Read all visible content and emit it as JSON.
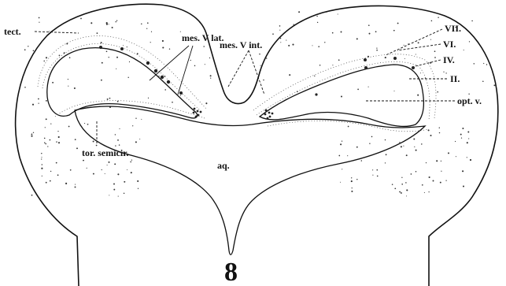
{
  "labels": {
    "tectum": "tect.",
    "mes_v_lat": "mes. V lat.",
    "mes_v_int": "mes. V int.",
    "layer_vii": "VII.",
    "layer_vi": "VI.",
    "layer_iv": "IV.",
    "layer_ii": "II.",
    "optic_ventricle": "opt. v.",
    "torus_semicircularis": "tor. semicir.",
    "aqueduct": "aq.",
    "figure_number": "8"
  }
}
